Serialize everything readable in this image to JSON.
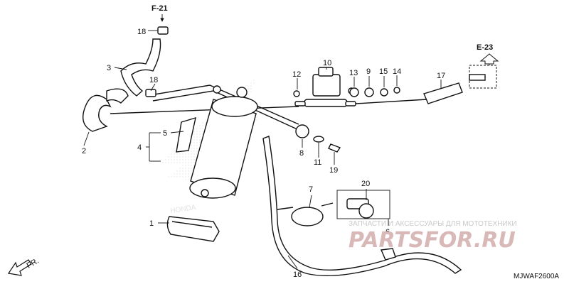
{
  "diagram": {
    "refs": {
      "top": "F-21",
      "right": "E-23"
    },
    "callouts": [
      {
        "id": "c1",
        "text": "1"
      },
      {
        "id": "c2",
        "text": "2"
      },
      {
        "id": "c3",
        "text": "3"
      },
      {
        "id": "c4",
        "text": "4"
      },
      {
        "id": "c5",
        "text": "5"
      },
      {
        "id": "c6",
        "text": "6"
      },
      {
        "id": "c7",
        "text": "7"
      },
      {
        "id": "c8",
        "text": "8"
      },
      {
        "id": "c9",
        "text": "9"
      },
      {
        "id": "c10",
        "text": "10"
      },
      {
        "id": "c11",
        "text": "11"
      },
      {
        "id": "c12",
        "text": "12"
      },
      {
        "id": "c13",
        "text": "13"
      },
      {
        "id": "c14",
        "text": "14"
      },
      {
        "id": "c15",
        "text": "15"
      },
      {
        "id": "c16",
        "text": "16"
      },
      {
        "id": "c17",
        "text": "17"
      },
      {
        "id": "c18a",
        "text": "18"
      },
      {
        "id": "c18b",
        "text": "18"
      },
      {
        "id": "c19",
        "text": "19"
      },
      {
        "id": "c20",
        "text": "20"
      }
    ],
    "direction_label": "FR.",
    "diagram_code": "MJWAF2600A",
    "watermark_text": "ЗАПЧАСТИ И АКСЕССУАРЫ ДЛЯ МОТОТЕХНИКИ",
    "watermark_logo": "PARTSFOR.RU",
    "brand_watermark": "HONDA"
  }
}
